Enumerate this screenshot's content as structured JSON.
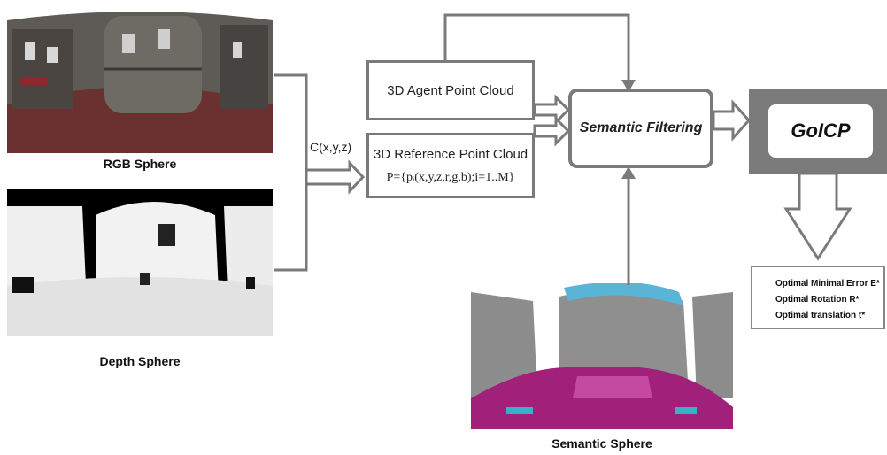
{
  "images": {
    "rgb": {
      "caption": "RGB Sphere"
    },
    "depth": {
      "caption": "Depth Sphere"
    },
    "semantic": {
      "caption": "Semantic Sphere"
    }
  },
  "edges": {
    "concat_label": "C(x,y,z)"
  },
  "nodes": {
    "agent_cloud": "3D Agent Point Cloud",
    "reference_cloud": "3D Reference Point Cloud",
    "reference_formula": "P={pᵢ(x,y,z,r,g,b);i=1..M}",
    "semantic_filtering": "Semantic Filtering",
    "goicp": "GoICP"
  },
  "outputs": [
    "Optimal Minimal Error E*",
    "Optimal Rotation R*",
    "Optimal translation t*"
  ]
}
